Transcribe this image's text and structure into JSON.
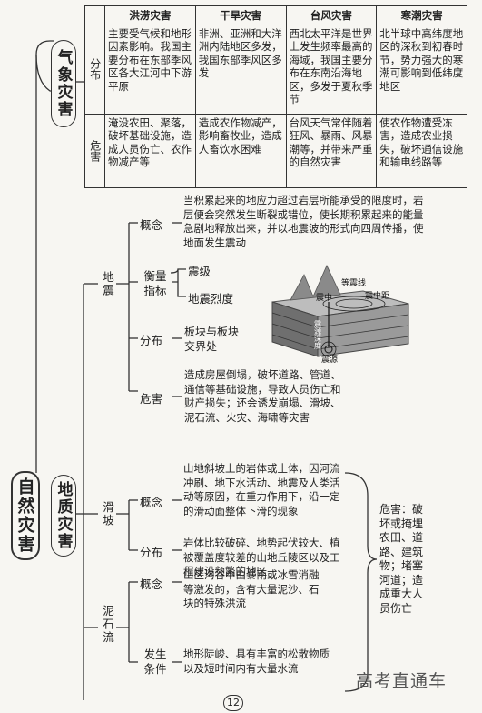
{
  "table": {
    "headers": [
      "洪涝灾害",
      "干旱灾害",
      "台风灾害",
      "寒潮灾害"
    ],
    "rows": [
      {
        "label": "分布",
        "cells": [
          "主要受气候和地形因素影响。我国主要分布在东部季风区各大江河中下游平原",
          "非洲、亚洲和大洋洲内陆地区多发，我国东部季风区多发",
          "西北太平洋是世界上发生频率最高的海域，我国主要分布在东南沿海地区，多发于夏秋季节",
          "北半球中高纬度地区的深秋到初春时节，势力强大的寒潮可影响到低纬度地区"
        ]
      },
      {
        "label": "危害",
        "cells": [
          "淹没农田、聚落，破坏基础设施，造成人员伤亡、农作物减产等",
          "造成农作物减产，影响畜牧业，造成人畜饮水困难",
          "台风天气常伴随着狂风、暴雨、风暴潮等，并带来严重的自然灾害",
          "使农作物遭受冻害，造成农业损失，破坏通信设施和输电线路等"
        ]
      }
    ]
  },
  "left": {
    "meteo": "气象灾害",
    "natural": "自然灾害",
    "geo": "地质灾害"
  },
  "earthquake": {
    "label": "地震",
    "concept_label": "概念",
    "concept": "当积累起来的地应力超过岩层所能承受的限度时，岩层便会突然发生断裂或错位，使长期积累起来的能量急剧地释放出来，并以地震波的形式向四周传播，使地面发生震动",
    "measure_label": "衡量指标",
    "measure_items": [
      "震级",
      "地震烈度"
    ],
    "dist_label": "分布",
    "dist": "板块与板块交界处",
    "harm_label": "危害",
    "harm": "造成房屋倒塌，破坏道路、管道、通信等基础设施，导致人员伤亡和财产损失；还会诱发崩塌、滑坡、泥石流、火灾、海啸等灾害",
    "diagram": {
      "labels": [
        "等震线",
        "震中距",
        "震中",
        "震源深度",
        "震源"
      ]
    }
  },
  "landslide": {
    "label": "滑坡",
    "concept_label": "概念",
    "concept": "山地斜坡上的岩体或土体，因河流冲刷、地下水活动、地震及人类活动等原因，在重力作用下，沿一定的滑动面整体下滑的现象",
    "dist_label": "分布",
    "dist": "岩体比较破碎、地势起伏较大、植被覆盖度较差的山地丘陵区以及工程建设频繁的地区"
  },
  "debris": {
    "label": "泥石流",
    "concept_label": "概念",
    "concept": "山区沟谷中由暴雨或冰雪消融等激发的，含有大量泥沙、石块的特殊洪流",
    "cond_label": "发生条件",
    "cond": "地形陡峻、具有丰富的松散物质以及短时间内有大量水流"
  },
  "shared_harm": "危害：破坏或掩埋农田、道路、建筑物；堵塞河道；造成重大人员伤亡",
  "page_number": "12",
  "watermark": "高考直通车"
}
